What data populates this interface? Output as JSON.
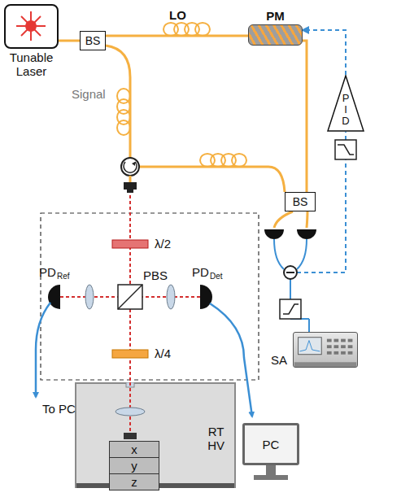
{
  "diagram": {
    "nodes": [
      {
        "text": [
          "Tunable Laser"
        ]
      },
      {
        "text": [
          "BS"
        ]
      },
      {
        "text": [
          "PM"
        ]
      },
      {
        "text": [
          "P I D"
        ]
      },
      {
        "text": [
          "BS"
        ]
      },
      {
        "text": [
          "SA"
        ]
      },
      {
        "text": [
          "RT HV"
        ]
      },
      {
        "text": [
          "x"
        ],
        "in": 6
      },
      {
        "text": [
          "y"
        ],
        "in": 6
      },
      {
        "text": [
          "z"
        ],
        "in": 6
      },
      {
        "text": [
          "PC"
        ]
      }
    ],
    "edges": [
      {
        "from": 0,
        "to": 1,
        "arrow": "none"
      },
      {
        "from": 1,
        "to": 2,
        "arrow": "none"
      },
      {
        "from": 2,
        "to": 4,
        "arrow": "none"
      },
      {
        "from": 3,
        "to": 2,
        "arrow": "to"
      }
    ],
    "labels": [
      "LO",
      "Signal",
      "λ/2",
      "PBS",
      "PD",
      "Ref",
      "PD",
      "Det",
      "λ/4",
      "To PC"
    ]
  }
}
